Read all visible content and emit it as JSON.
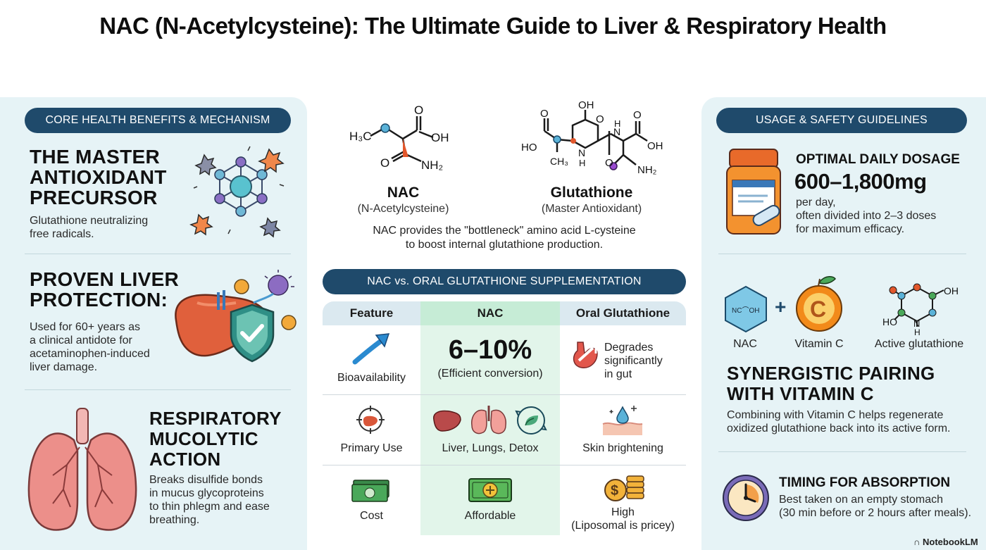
{
  "title": "NAC (N-Acetylcysteine): The Ultimate Guide to Liver & Respiratory Health",
  "left": {
    "pill": "CORE HEALTH BENEFITS & MECHANISM",
    "sections": [
      {
        "heading_lines": [
          "THE MASTER",
          "ANTIOXIDANT",
          "PRECURSOR"
        ],
        "body_lines": [
          "Glutathione neutralizing",
          "free radicals."
        ]
      },
      {
        "heading_lines": [
          "PROVEN LIVER",
          "PROTECTION:"
        ],
        "body_lines": [
          "Used for 60+ years as",
          "a clinical antidote for",
          "acetaminophen-induced",
          "liver damage."
        ]
      },
      {
        "heading_lines": [
          "RESPIRATORY",
          "MUCOLYTIC",
          "ACTION"
        ],
        "body_lines": [
          "Breaks disulfide bonds",
          "in mucus glycoproteins",
          "to thin phlegm and ease",
          "breathing."
        ]
      }
    ]
  },
  "center": {
    "molecules": [
      {
        "name": "NAC",
        "sub": "(N-Acetylcysteine)",
        "labels": {
          "h3c": "H₃C",
          "o": "O",
          "oh": "OH",
          "o2": "O",
          "nh2": "NH₂"
        }
      },
      {
        "name": "Glutathione",
        "sub": "(Master Antioxidant)",
        "labels": {
          "oh_top": "OH",
          "o1": "O",
          "ho": "HO",
          "o2": "O",
          "ch3": "CH₃",
          "n1": "N",
          "h1": "H",
          "o3": "O",
          "n2": "N",
          "h2": "H",
          "o4": "O",
          "oh": "OH",
          "nh2": "NH₂",
          "o5": "O"
        }
      }
    ],
    "caption_lines": [
      "NAC provides the \"bottleneck\" amino acid L-cysteine",
      "to boost internal glutathione production."
    ],
    "comparison": {
      "pill": "NAC vs. ORAL GLUTATHIONE SUPPLEMENTATION",
      "headers": [
        "Feature",
        "NAC",
        "Oral Glutathione"
      ],
      "rows": [
        {
          "feature": "Bioavailability",
          "nac_big": "6–10%",
          "nac": "(Efficient conversion)",
          "oral_lines": [
            "Degrades",
            "significantly",
            "in gut"
          ]
        },
        {
          "feature": "Primary Use",
          "nac": "Liver, Lungs, Detox",
          "oral_lines": [
            "Skin brightening"
          ]
        },
        {
          "feature": "Cost",
          "nac": "Affordable",
          "oral_lines": [
            "High",
            "(Liposomal is pricey)"
          ]
        }
      ]
    }
  },
  "right": {
    "pill": "USAGE & SAFETY GUIDELINES",
    "dosage": {
      "label": "OPTIMAL DAILY DOSAGE",
      "value": "600–1,800mg",
      "body_lines": [
        "per day,",
        "often divided into 2–3 doses",
        "for maximum efficacy."
      ]
    },
    "synergy": {
      "icons": {
        "nac": "NAC",
        "plus": "+",
        "vitc": "Vitamin C",
        "vitc_letter": "C",
        "active": "Active glutathione",
        "nac_icon_text": "NC⌒OH",
        "gsh_oh": "OH",
        "gsh_ho": "HO",
        "gsh_n": "N",
        "gsh_h": "H"
      },
      "heading_lines": [
        "SYNERGISTIC PAIRING",
        "WITH VITAMIN C"
      ],
      "body_lines": [
        "Combining with Vitamin C helps regenerate",
        "oxidized glutathione back into its active form."
      ]
    },
    "timing": {
      "label": "TIMING FOR ABSORPTION",
      "body_lines": [
        "Best taken on an empty stomach",
        "(30 min before or 2 hours after meals)."
      ]
    }
  },
  "brand": "NotebookLM",
  "colors": {
    "navy": "#1f4a6b",
    "panel": "#e6f3f6",
    "nac_column": "#e2f5ea",
    "nac_header": "#c6ecd6",
    "accent_orange": "#f08a2a",
    "liver": "#d9573a",
    "shield": "#2f8f86"
  }
}
